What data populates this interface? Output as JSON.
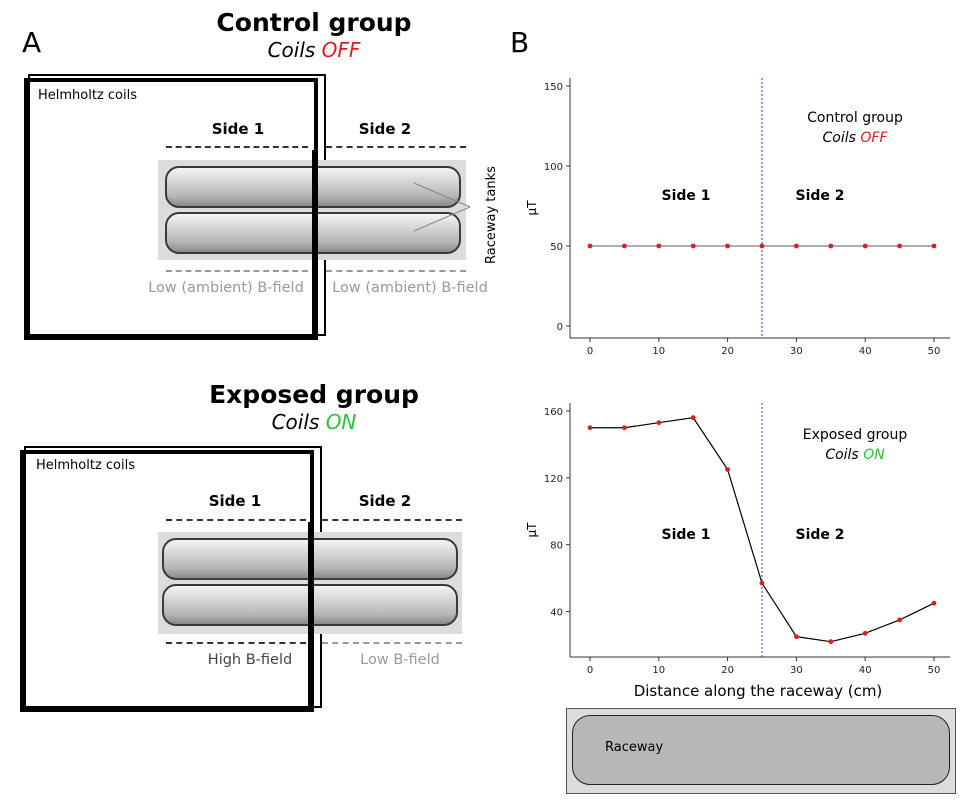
{
  "panel_a": {
    "letter": "A",
    "control": {
      "title": "Control group",
      "coils_prefix": "Coils ",
      "coils_state": "OFF",
      "helmholtz_label": "Helmholtz coils",
      "side1": "Side 1",
      "side2": "Side 2",
      "tanks_label": "Raceway tanks",
      "field_side1": "Low (ambient) B-field",
      "field_side2": "Low (ambient) B-field"
    },
    "exposed": {
      "title": "Exposed group",
      "coils_prefix": "Coils ",
      "coils_state": "ON",
      "helmholtz_label": "Helmholtz coils",
      "side1": "Side 1",
      "side2": "Side 2",
      "field_side1": "High B-field",
      "field_side2": "Low B-field"
    }
  },
  "panel_b": {
    "letter": "B",
    "raceway_label": "Raceway",
    "colors": {
      "points": "#e21c1c",
      "line_control": "#7f7f7f",
      "line_exposed": "#000000",
      "divider": "#3a3aa8",
      "off": "#e21c1c",
      "on": "#27c43a"
    }
  },
  "chart_data": [
    {
      "type": "line",
      "title": "Control group",
      "subtitle_prefix": "Coils ",
      "subtitle_state": "OFF",
      "side1_label": "Side 1",
      "side2_label": "Side 2",
      "xlabel": "",
      "ylabel": "μT",
      "x": [
        0,
        5,
        10,
        15,
        20,
        25,
        30,
        35,
        40,
        45,
        50
      ],
      "y": [
        50,
        50,
        50,
        50,
        50,
        50,
        50,
        50,
        50,
        50,
        50
      ],
      "xlim": [
        0,
        50
      ],
      "ylim": [
        0,
        150
      ],
      "xticks": [
        "0",
        "10",
        "20",
        "30",
        "40",
        "50"
      ],
      "yticks": [
        "0",
        "50",
        "100",
        "150"
      ],
      "divider_x": 25,
      "grid": false
    },
    {
      "type": "line",
      "title": "Exposed group",
      "subtitle_prefix": "Coils ",
      "subtitle_state": "ON",
      "side1_label": "Side 1",
      "side2_label": "Side 2",
      "xlabel": "Distance along the raceway (cm)",
      "ylabel": "μT",
      "x": [
        0,
        5,
        10,
        15,
        20,
        25,
        30,
        35,
        40,
        45,
        50
      ],
      "y": [
        150,
        150,
        153,
        156,
        125,
        57,
        25,
        22,
        27,
        35,
        45
      ],
      "xlim": [
        0,
        50
      ],
      "ylim": [
        20,
        160
      ],
      "xticks": [
        "0",
        "10",
        "20",
        "30",
        "40",
        "50"
      ],
      "yticks": [
        "40",
        "80",
        "120",
        "160"
      ],
      "divider_x": 25,
      "grid": false
    }
  ]
}
